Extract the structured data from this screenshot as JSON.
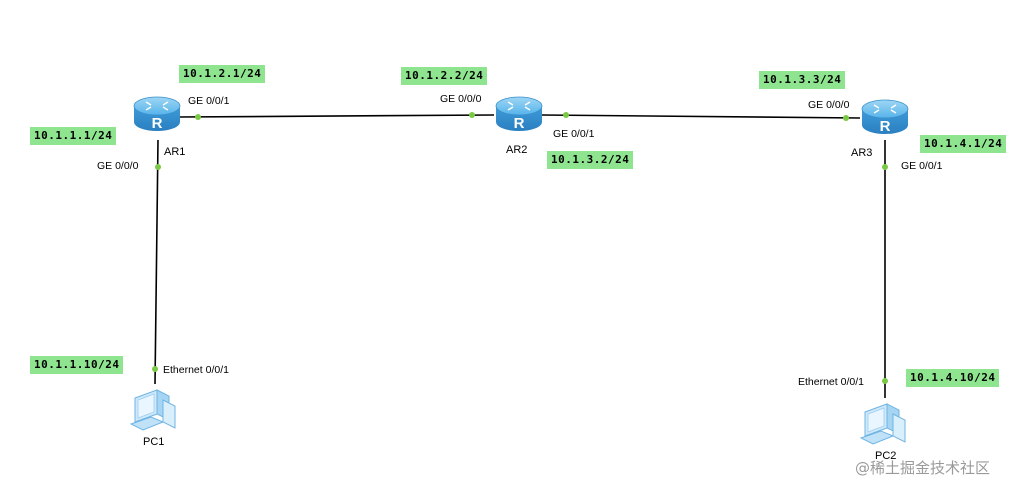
{
  "devices": {
    "ar1": {
      "name": "AR1"
    },
    "ar2": {
      "name": "AR2"
    },
    "ar3": {
      "name": "AR3"
    },
    "pc1": {
      "name": "PC1"
    },
    "pc2": {
      "name": "PC2"
    }
  },
  "ports": {
    "ar1_ge001": "GE 0/0/1",
    "ar1_ge000": "GE 0/0/0",
    "ar2_ge000": "GE 0/0/0",
    "ar2_ge001": "GE 0/0/1",
    "ar3_ge000": "GE 0/0/0",
    "ar3_ge001": "GE 0/0/1",
    "pc1_eth": "Ethernet 0/0/1",
    "pc2_eth": "Ethernet 0/0/1"
  },
  "ips": {
    "ar1_ge001": "10.1.2.1/24",
    "ar1_ge000": "10.1.1.1/24",
    "ar2_ge000": "10.1.2.2/24",
    "ar2_ge001": "10.1.3.2/24",
    "ar3_ge000": "10.1.3.3/24",
    "ar3_ge001": "10.1.4.1/24",
    "pc1": "10.1.1.10/24",
    "pc2": "10.1.4.10/24"
  },
  "watermark": "@稀土掘金技术社区",
  "colors": {
    "router_blue": "#4aa6e0",
    "link": "#000000",
    "port_dot": "#7ac943",
    "ip_bg": "#8fe58f"
  }
}
